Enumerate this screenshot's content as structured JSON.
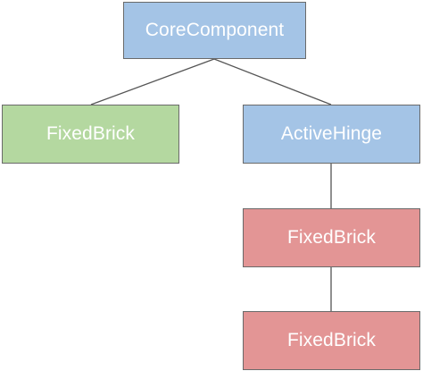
{
  "diagram": {
    "nodes": {
      "core": {
        "label": "CoreComponent",
        "color": "#a4c4e6"
      },
      "fixed_left": {
        "label": "FixedBrick",
        "color": "#b4d8a0"
      },
      "hinge": {
        "label": "ActiveHinge",
        "color": "#a4c4e6"
      },
      "fixed_mid": {
        "label": "FixedBrick",
        "color": "#e39595"
      },
      "fixed_bottom": {
        "label": "FixedBrick",
        "color": "#e39595"
      }
    },
    "edges": [
      [
        "core",
        "fixed_left"
      ],
      [
        "core",
        "hinge"
      ],
      [
        "hinge",
        "fixed_mid"
      ],
      [
        "fixed_mid",
        "fixed_bottom"
      ]
    ]
  }
}
